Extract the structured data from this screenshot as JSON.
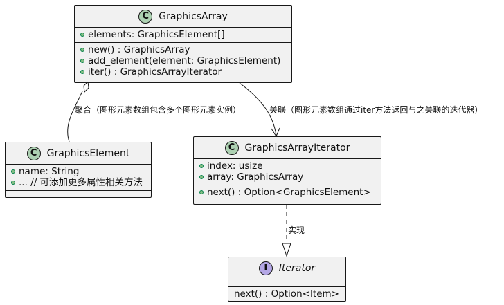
{
  "classes": {
    "graphics_array": {
      "stereotype": "C",
      "name": "GraphicsArray",
      "fields": [
        "elements: GraphicsElement[]"
      ],
      "methods": [
        "new() : GraphicsArray",
        "add_element(element: GraphicsElement)",
        "iter() : GraphicsArrayIterator"
      ]
    },
    "graphics_element": {
      "stereotype": "C",
      "name": "GraphicsElement",
      "fields": [
        "name: String",
        "... // 可添加更多属性相关方法"
      ],
      "methods": []
    },
    "graphics_array_iterator": {
      "stereotype": "C",
      "name": "GraphicsArrayIterator",
      "fields": [
        "index: usize",
        "array: GraphicsArray"
      ],
      "methods": [
        "next() : Option<GraphicsElement>"
      ]
    },
    "iterator": {
      "stereotype": "I",
      "name": "Iterator",
      "fields": [],
      "methods": [
        "next() : Option<Item>"
      ]
    }
  },
  "relations": {
    "aggregation_label": "聚合（图形元素数组包含多个图形元素实例）",
    "association_label": "关联（图形元素数组通过iter方法返回与之关联的迭代器）",
    "realization_label": "实现"
  }
}
